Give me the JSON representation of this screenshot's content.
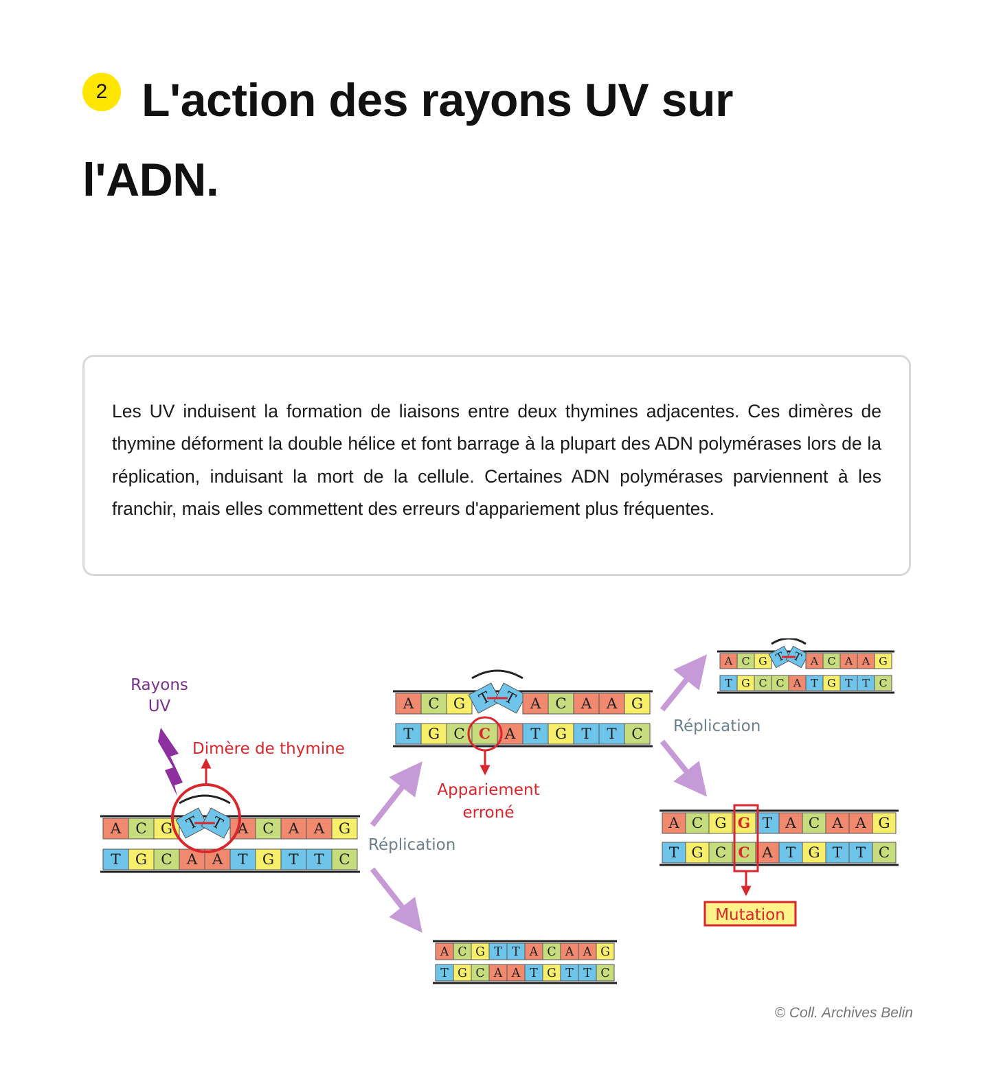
{
  "header": {
    "number": "2",
    "title": "L'action des rayons UV sur l'ADN."
  },
  "textbox": {
    "paragraph": "Les UV induisent la formation de liaisons entre deux thymines adjacentes. Ces dimères de thymine déforment la double hélice et font barrage à la plupart des ADN polymérases lors de la réplication, induisant la mort de la cellule. Certaines ADN polymérases parviennent à les franchir, mais elles commettent des erreurs d'appariement plus fréquentes."
  },
  "diagram": {
    "labels": {
      "rayons": "Rayons",
      "uv": "UV",
      "dimere": "Dimère de thymine",
      "replication1": "Réplication",
      "replication2": "Réplication",
      "appariement": "Appariement",
      "errone": "erroné",
      "mutation": "Mutation"
    },
    "sequences": {
      "dimer_top": "ACGTTACAAG",
      "dimer_bottom": "TGCAATGTTC",
      "mismatch_bottom": "TGCCATGTTC",
      "mutant_top": "ACGGTACAAG",
      "mutant_bottom": "TGCCATGTTC",
      "normal_top": "ACGTTACAAG",
      "normal_bottom": "TGCAATGTTC"
    },
    "base_colors": {
      "A": "#f0896e",
      "C": "#c6dc7d",
      "G": "#f7ee6a",
      "T": "#6fc4ea"
    },
    "label_colors": {
      "purple": "#7b2f8e",
      "red": "#d9262c",
      "slate": "#6b7f8e",
      "arrow": "#c59ad6"
    }
  },
  "credit": "© Coll. Archives Belin"
}
